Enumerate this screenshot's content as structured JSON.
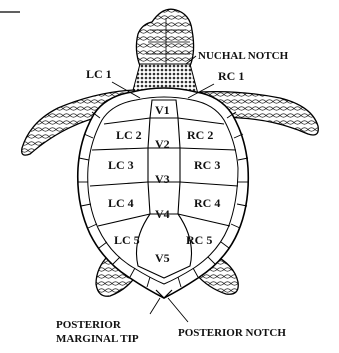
{
  "labels": {
    "nuchal_notch": "NUCHAL NOTCH",
    "lc1": "LC 1",
    "rc1": "RC 1",
    "lc2": "LC 2",
    "rc2": "RC 2",
    "lc3": "LC 3",
    "rc3": "RC 3",
    "lc4": "LC 4",
    "rc4": "RC 4",
    "lc5": "LC 5",
    "rc5": "RC 5",
    "v1": "V1",
    "v2": "V2",
    "v3": "V3",
    "v4": "V4",
    "v5": "V5",
    "posterior_marginal_tip_line1": "POSTERIOR",
    "posterior_marginal_tip_line2": "MARGINAL TIP",
    "posterior_notch": "POSTERIOR NOTCH"
  }
}
